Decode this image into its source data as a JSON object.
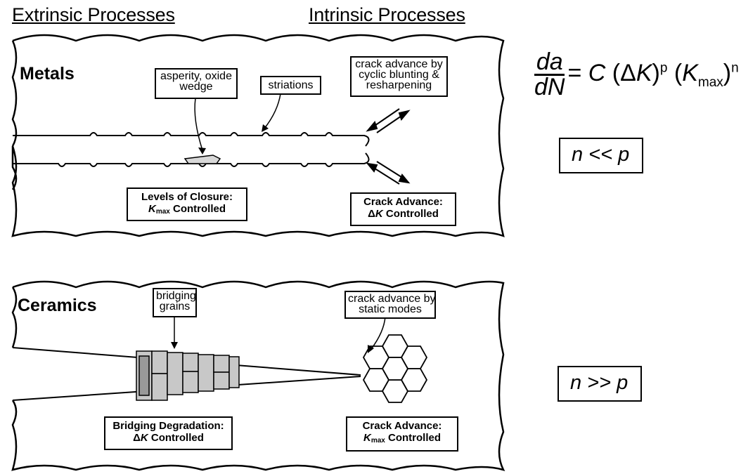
{
  "headings": {
    "extrinsic": "Extrinsic Processes",
    "intrinsic": "Intrinsic Processes"
  },
  "metals": {
    "title": "Metals",
    "asperity_label": [
      "asperity, oxide",
      "wedge"
    ],
    "striations_label": "striations",
    "crack_advance_by": [
      "crack advance by",
      "cyclic blunting &",
      "resharpening"
    ],
    "closure_box": {
      "line1": "Levels of Closure:",
      "k": "K",
      "k_sub": "max",
      "rest": " Controlled"
    },
    "advance_box": {
      "line1": "Crack Advance:",
      "delta": "Δ",
      "k": "K",
      "rest": " Controlled"
    }
  },
  "ceramics": {
    "title": "Ceramics",
    "bridging_label": [
      "bridging",
      "grains"
    ],
    "crack_advance_by": [
      "crack advance by",
      "static modes"
    ],
    "degradation_box": {
      "line1": "Bridging Degradation:",
      "delta": "Δ",
      "k": "K",
      "rest": " Controlled"
    },
    "advance_box": {
      "line1": "Crack Advance:",
      "k": "K",
      "k_sub": "max",
      "rest": " Controlled"
    }
  },
  "equation": {
    "numerator": "da",
    "denominator": "dN",
    "eq": "= ",
    "c": "C",
    "delta_k_open": " (Δ",
    "k1": "K",
    "close1": ")",
    "exp_p": "p",
    "kmax_open": " (",
    "k2": "K",
    "k2_sub": "max",
    "close2": ")",
    "exp_n": "n"
  },
  "relations": {
    "metals": "n << p",
    "ceramics": "n >> p"
  }
}
